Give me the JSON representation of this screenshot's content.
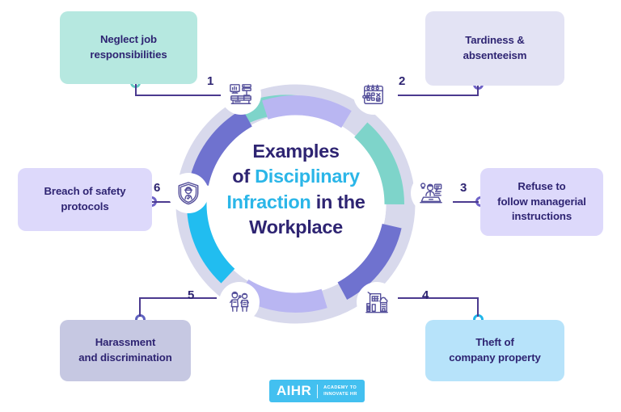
{
  "graphic": {
    "center_title": {
      "line1": "Examples",
      "line2_a": "of ",
      "line2_b": "Disciplinary",
      "line3_a": "Infraction",
      "line3_b": " in the",
      "line4": "Workplace"
    },
    "accent_color": "#2bb6e8",
    "text_color": "#2e2472",
    "line_color": "#4b3a8f"
  },
  "items": [
    {
      "number": "1",
      "label": "Neglect job\nresponsibilities",
      "label_line1": "Neglect job",
      "label_line2": "responsibilities",
      "icon": "office-desk-icon",
      "box_color": "#b6e8e0",
      "segment_color": "#7ed4ca",
      "dot_color": "#63ccc3"
    },
    {
      "number": "2",
      "label": "Tardiness &\nabsenteeism",
      "label_line1": "Tardiness &",
      "label_line2": "absenteeism",
      "icon": "calendar-attendance-icon",
      "box_color": "#e3e3f4",
      "segment_color": "#6f72cf",
      "dot_color": "#6f63c8"
    },
    {
      "number": "3",
      "label": "Refuse to\nfollow managerial\ninstructions",
      "label_line1": "Refuse to",
      "label_line2": "follow managerial",
      "label_line3": "instructions",
      "icon": "manager-laptop-icon",
      "box_color": "#ddd9fb",
      "segment_color": "#b9b6f2",
      "dot_color": "#6f63c8"
    },
    {
      "number": "4",
      "label": "Theft of\ncompany property",
      "label_line1": "Theft of",
      "label_line2": "company property",
      "icon": "office-building-icon",
      "box_color": "#b7e3fa",
      "segment_color": "#21bdf0",
      "dot_color": "#1fb6ea"
    },
    {
      "number": "5",
      "label": "Harassment\nand discrimination",
      "label_line1": "Harassment",
      "label_line2": "and discrimination",
      "icon": "two-people-icon",
      "box_color": "#c6c8e2",
      "segment_color": "#6f72cf",
      "dot_color": "#5f62c0"
    },
    {
      "number": "6",
      "label": "Breach of safety\nprotocols",
      "label_line1": "Breach of safety",
      "label_line2": "protocols",
      "icon": "safety-shield-icon",
      "box_color": "#ddd9fb",
      "segment_color": "#b9b6f2",
      "dot_color": "#6f63c8"
    }
  ],
  "logo": {
    "name": "AIHR",
    "tagline_line1": "ACADEMY TO",
    "tagline_line2": "INNOVATE HR",
    "background": "#43c0f0"
  }
}
